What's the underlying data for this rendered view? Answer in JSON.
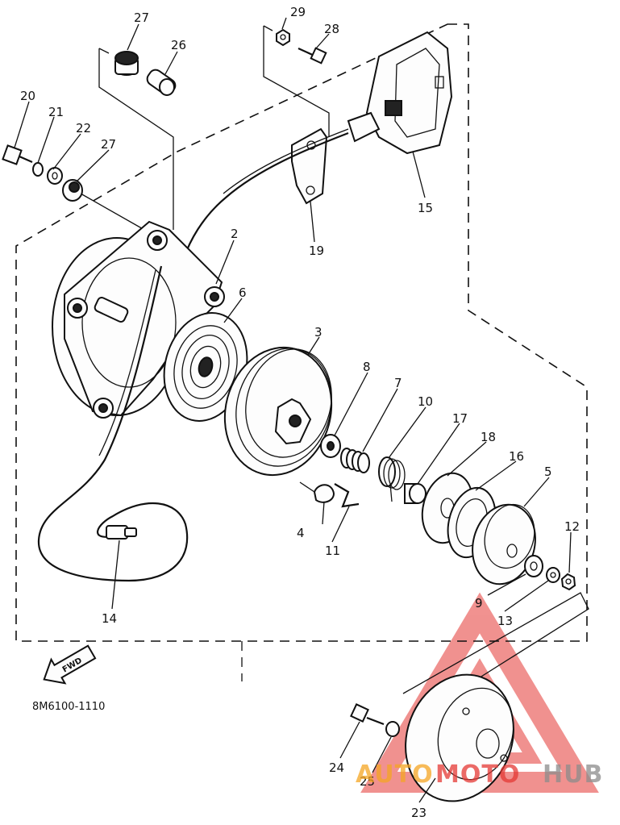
{
  "part_numbers": {
    "p2": "2",
    "p3": "3",
    "p4": "4",
    "p5": "5",
    "p6": "6",
    "p7": "7",
    "p8": "8",
    "p9": "9",
    "p10": "10",
    "p11": "11",
    "p12": "12",
    "p13": "13",
    "p14": "14",
    "p15": "15",
    "p16": "16",
    "p17": "17",
    "p18": "18",
    "p19": "19",
    "p20": "20",
    "p21": "21",
    "p22": "22",
    "p23": "23",
    "p24": "24",
    "p25": "25",
    "p26": "26",
    "p27a": "27",
    "p27b": "27",
    "p28": "28",
    "p29": "29"
  },
  "diagram_code": "8M6100-1110",
  "fwd_label": "FWD",
  "watermark": {
    "part1": "AUTO",
    "part2": "MOTO",
    "part3": "HUB"
  },
  "colors": {
    "watermark_red": "#e53935",
    "watermark_orange": "#f5a623",
    "watermark_gray": "#8c8c8c",
    "line": "#111111"
  }
}
